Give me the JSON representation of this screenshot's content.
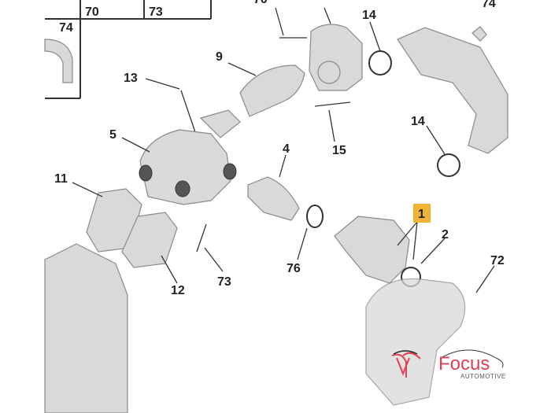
{
  "diagram": {
    "title": "Turbocharger intake hose assembly",
    "labels": {
      "box_70": "70",
      "box_73": "73",
      "box_74": "74",
      "p70": "70",
      "p14a": "14",
      "p74": "74",
      "p9": "9",
      "p13": "13",
      "p14b": "14",
      "p15": "15",
      "p5": "5",
      "p4": "4",
      "p11": "11",
      "p1": "1",
      "p2": "2",
      "p72": "72",
      "p76": "76",
      "p73": "73",
      "p12": "12"
    },
    "highlight_color": "#f2b233"
  },
  "logo": {
    "name": "Focus",
    "sub": "AUTOMOTIVE",
    "color": "#e0404f"
  }
}
